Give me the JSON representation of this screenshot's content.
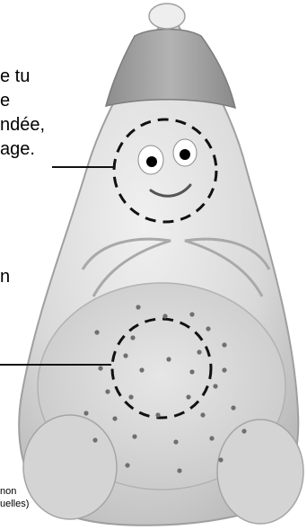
{
  "captions": {
    "upper_block": "e tu\ne\nndée,\nage.",
    "middle_block": "n",
    "bottom_block": "non\nuelles)"
  },
  "colors": {
    "toy_body": "#dcdcdc",
    "toy_shadow": "#b7b7b7",
    "hat": "#a9a9a9",
    "hat_tip": "#eeeeee",
    "dashed_circle": "#111111",
    "leader_line": "#111111",
    "speaker_dot": "#6f6f6f",
    "eye": "#000000",
    "eye_white": "#ffffff",
    "mouth": "#555555"
  },
  "icons": {
    "figure": "nightlight-toy-illustration",
    "face_callout": "dashed-circle-callout",
    "speaker_callout": "dashed-circle-callout"
  }
}
